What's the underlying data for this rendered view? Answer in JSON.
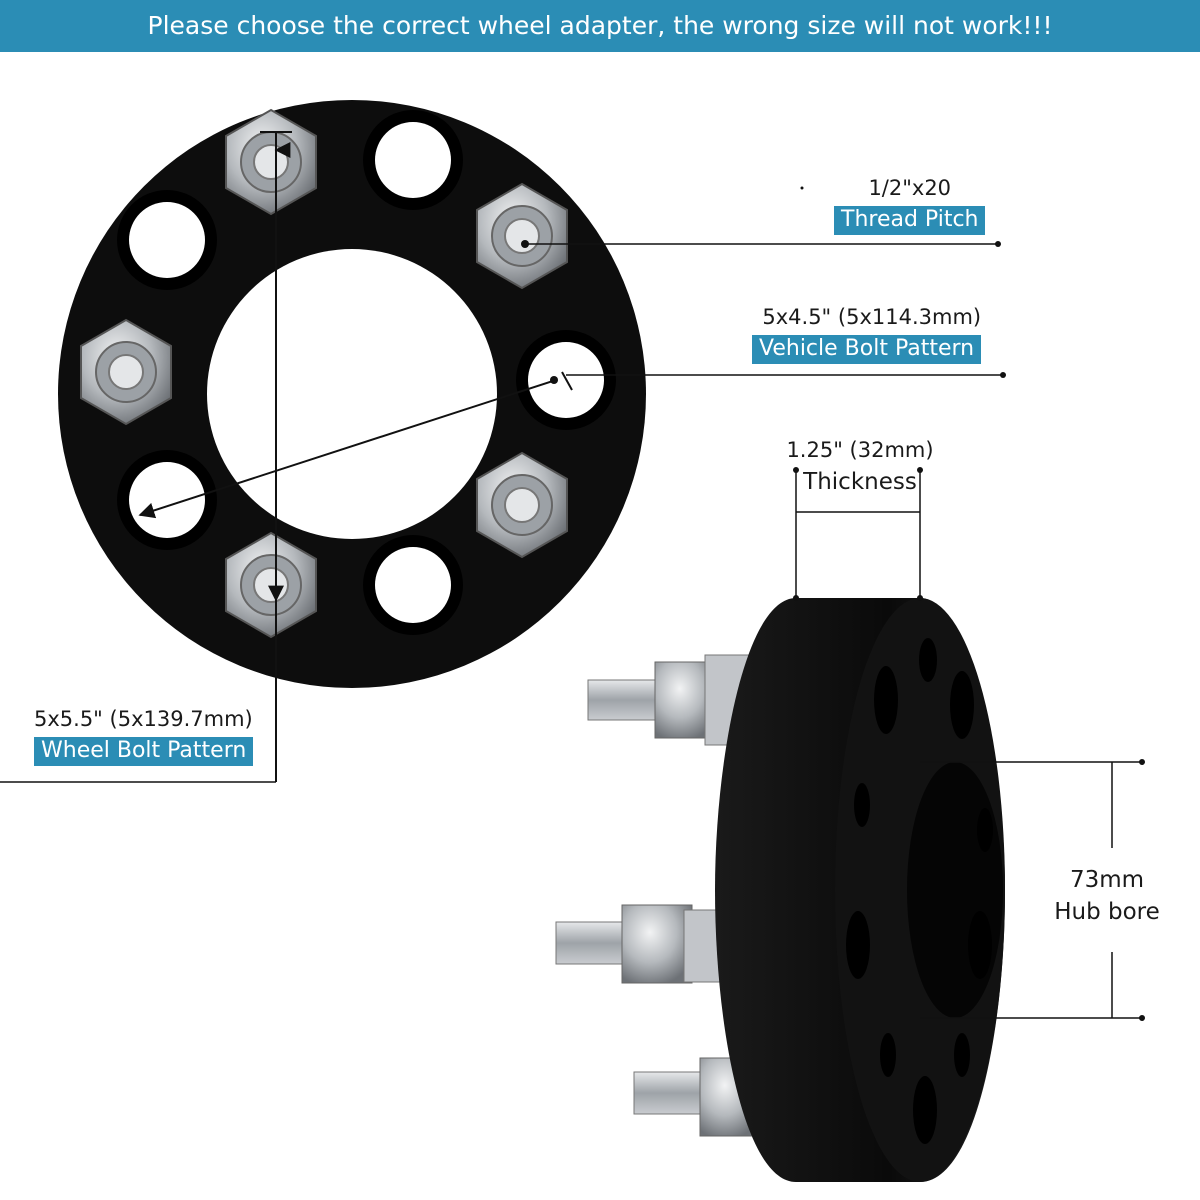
{
  "banner": {
    "text": "Please choose the correct wheel adapter, the wrong size will not work!!!",
    "color": "#2b8db5"
  },
  "specs": {
    "thread_pitch": {
      "value": "1/2\"x20",
      "label": "Thread Pitch"
    },
    "vehicle_bolt_pattern": {
      "value": "5x4.5\" (5x114.3mm)",
      "label": "Vehicle Bolt Pattern"
    },
    "wheel_bolt_pattern": {
      "value": "5x5.5\" (5x139.7mm)",
      "label": "Wheel Bolt Pattern"
    },
    "thickness": {
      "value": "1.25\" (32mm)",
      "label": "Thickness"
    },
    "hub_bore": {
      "value": "73mm",
      "label": "Hub bore"
    }
  },
  "colors": {
    "accent": "#2b8db5",
    "adapter_body": "#0d0d0d",
    "lug_nut": "#b8bcc0"
  },
  "icons": {
    "front_view": "wheel-adapter-front-view-illustration",
    "side_view": "wheel-adapter-side-view-illustration"
  }
}
